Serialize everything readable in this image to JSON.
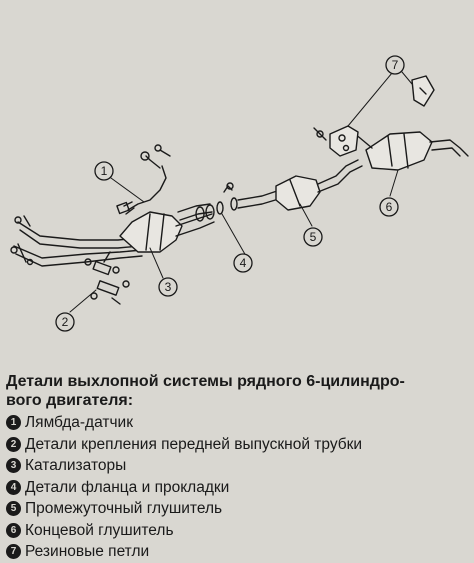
{
  "figure": {
    "callouts": [
      "1",
      "2",
      "3",
      "4",
      "5",
      "6",
      "7"
    ]
  },
  "caption": {
    "title_line1": "Детали выхлопной системы рядного 6-цилиндро-",
    "title_line2": "вого двигателя:",
    "items": [
      {
        "num": "1",
        "label": "Лямбда-датчик"
      },
      {
        "num": "2",
        "label": "Детали крепления передней выпускной трубки"
      },
      {
        "num": "3",
        "label": "Катализаторы"
      },
      {
        "num": "4",
        "label": "Детали фланца и прокладки"
      },
      {
        "num": "5",
        "label": "Промежуточный глушитель"
      },
      {
        "num": "6",
        "label": "Концевой глушитель"
      },
      {
        "num": "7",
        "label": "Резиновые петли"
      }
    ]
  },
  "colors": {
    "background": "#d9d7d1",
    "ink": "#1a1a1a",
    "part_fill": "#e8e6e1"
  }
}
